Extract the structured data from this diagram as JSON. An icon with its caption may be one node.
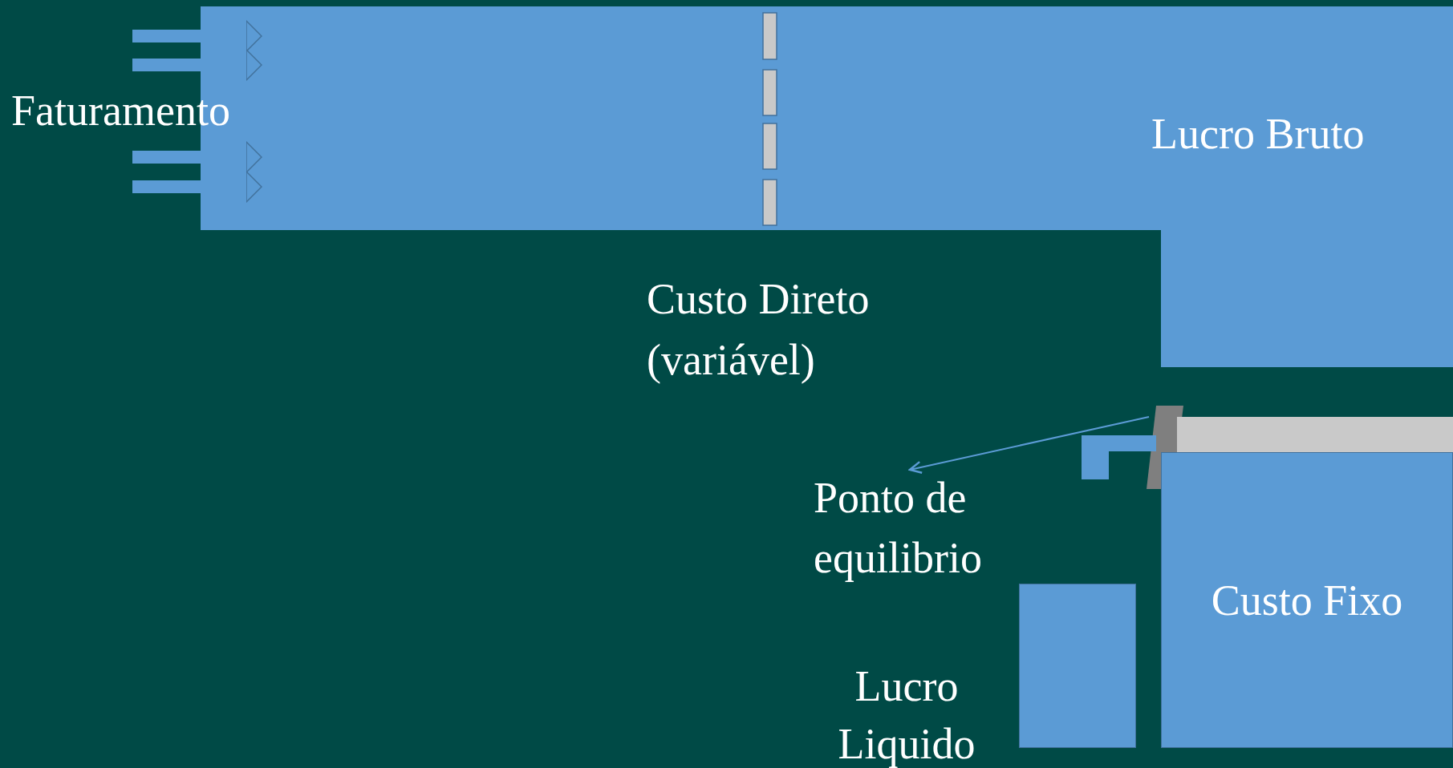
{
  "diagram": {
    "nodes": [
      {
        "text": [
          "Lucro Bruto"
        ]
      },
      {
        "text": [
          "Custo Fixo"
        ]
      },
      {
        "text": [],
        "shape": "box",
        "beside": [
          "Lucro Liquido"
        ]
      },
      {
        "text": [],
        "shape": "bar"
      },
      {
        "text": [
          "Ponto de equilibrio"
        ]
      },
      {
        "text": [],
        "shape": "bar"
      },
      {
        "text": [],
        "shape": "box"
      }
    ],
    "edges": [
      {
        "from": null,
        "to": 0,
        "arrow": "to"
      },
      {
        "from": null,
        "to": 0,
        "arrow": "to"
      },
      {
        "from": null,
        "to": 0,
        "arrow": "to"
      },
      {
        "from": null,
        "to": 0,
        "arrow": "to"
      },
      {
        "from": 3,
        "to": 4,
        "arrow": "to"
      }
    ],
    "labels": [
      "Faturamento",
      "Custo Direto (variável)"
    ]
  }
}
